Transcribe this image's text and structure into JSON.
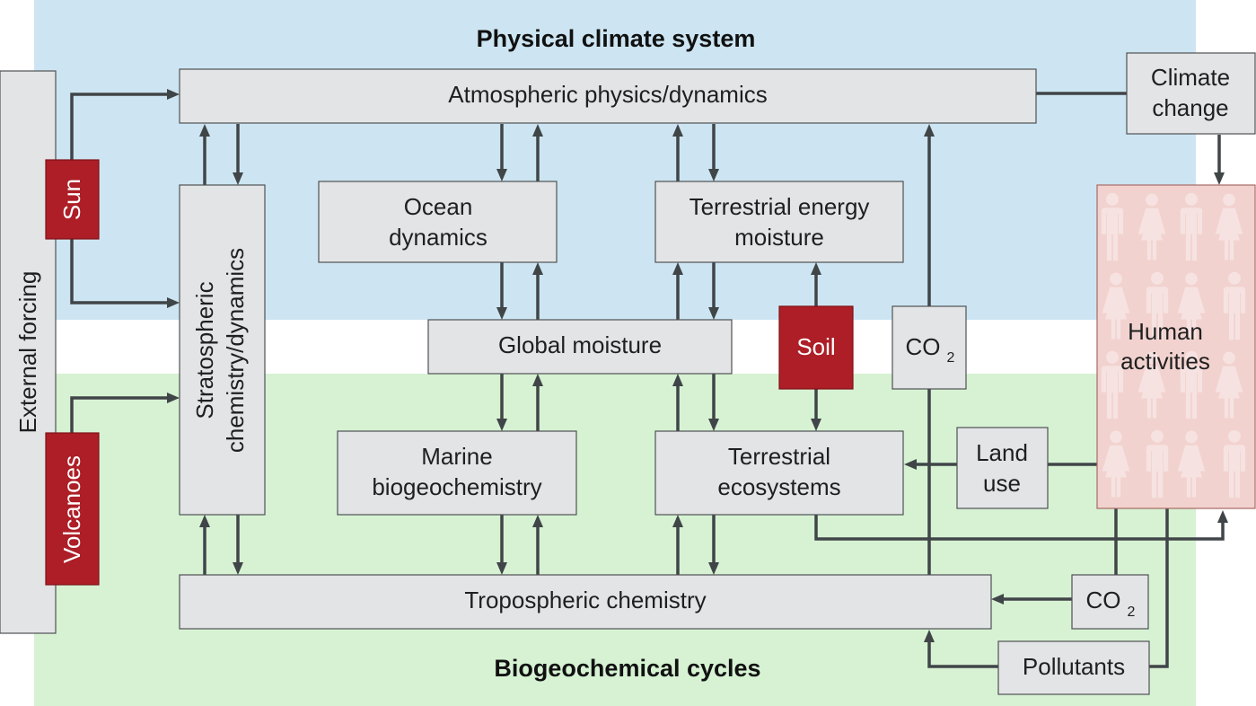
{
  "regions": {
    "physical_title": "Physical climate system",
    "biogeochemical_title": "Biogeochemical cycles"
  },
  "forcing": {
    "external": "External forcing",
    "sun": "Sun",
    "volcanoes": "Volcanoes"
  },
  "boxes": {
    "atmospheric": "Atmospheric physics/dynamics",
    "climate_change_l1": "Climate",
    "climate_change_l2": "change",
    "stratospheric_l1": "Stratospheric",
    "stratospheric_l2": "chemistry/dynamics",
    "ocean_l1": "Ocean",
    "ocean_l2": "dynamics",
    "terr_energy_l1": "Terrestrial energy",
    "terr_energy_l2": "moisture",
    "global_moisture": "Global moisture",
    "soil": "Soil",
    "co2_upper": "CO",
    "co2_upper_sub": "2",
    "human_l1": "Human",
    "human_l2": "activities",
    "marine_l1": "Marine",
    "marine_l2": "biogeochemistry",
    "terr_eco_l1": "Terrestrial",
    "terr_eco_l2": "ecosystems",
    "land_use_l1": "Land",
    "land_use_l2": "use",
    "tropospheric": "Tropospheric chemistry",
    "co2_lower": "CO",
    "co2_lower_sub": "2",
    "pollutants": "Pollutants"
  },
  "colors": {
    "physical_bg": "#cde5f2",
    "biogeochemical_bg": "#d6f2d3",
    "box_fill": "#e2e4e6",
    "forcing_red": "#ad1e26",
    "human_fill": "#f2d2cf",
    "arrow": "#404548"
  },
  "icons": [
    "person-male-icon",
    "person-female-icon"
  ]
}
